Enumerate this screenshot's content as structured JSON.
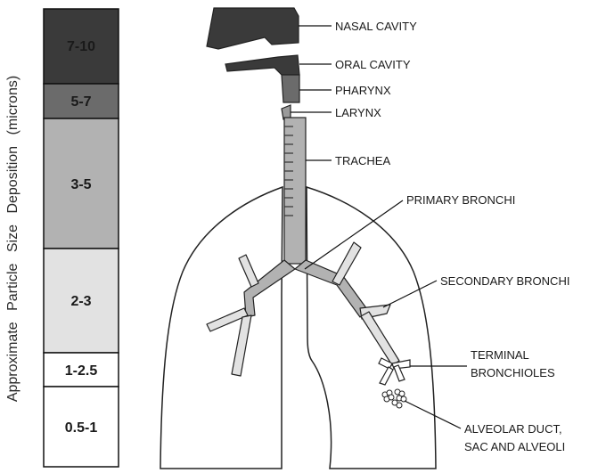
{
  "axis_label": "Approximate Particle Size Deposition (microns)",
  "scale": [
    {
      "label": "7-10",
      "fill": "#3a3a3a"
    },
    {
      "label": "5-7",
      "fill": "#6b6b6b"
    },
    {
      "label": "3-5",
      "fill": "#b2b2b2"
    },
    {
      "label": "2-3",
      "fill": "#e2e2e2"
    },
    {
      "label": "1-2.5",
      "fill": "#ffffff"
    },
    {
      "label": "0.5-1",
      "fill": "#ffffff"
    }
  ],
  "labels": {
    "nasal": "NASAL CAVITY",
    "oral": "ORAL CAVITY",
    "pharynx": "PHARYNX",
    "larynx": "LARYNX",
    "trachea": "TRACHEA",
    "primary": "PRIMARY BRONCHI",
    "secondary": "SECONDARY BRONCHI",
    "terminal_1": "TERMINAL",
    "terminal_2": "BRONCHIOLES",
    "alveolar_1": "ALVEOLAR DUCT,",
    "alveolar_2": "SAC AND ALVEOLI"
  }
}
